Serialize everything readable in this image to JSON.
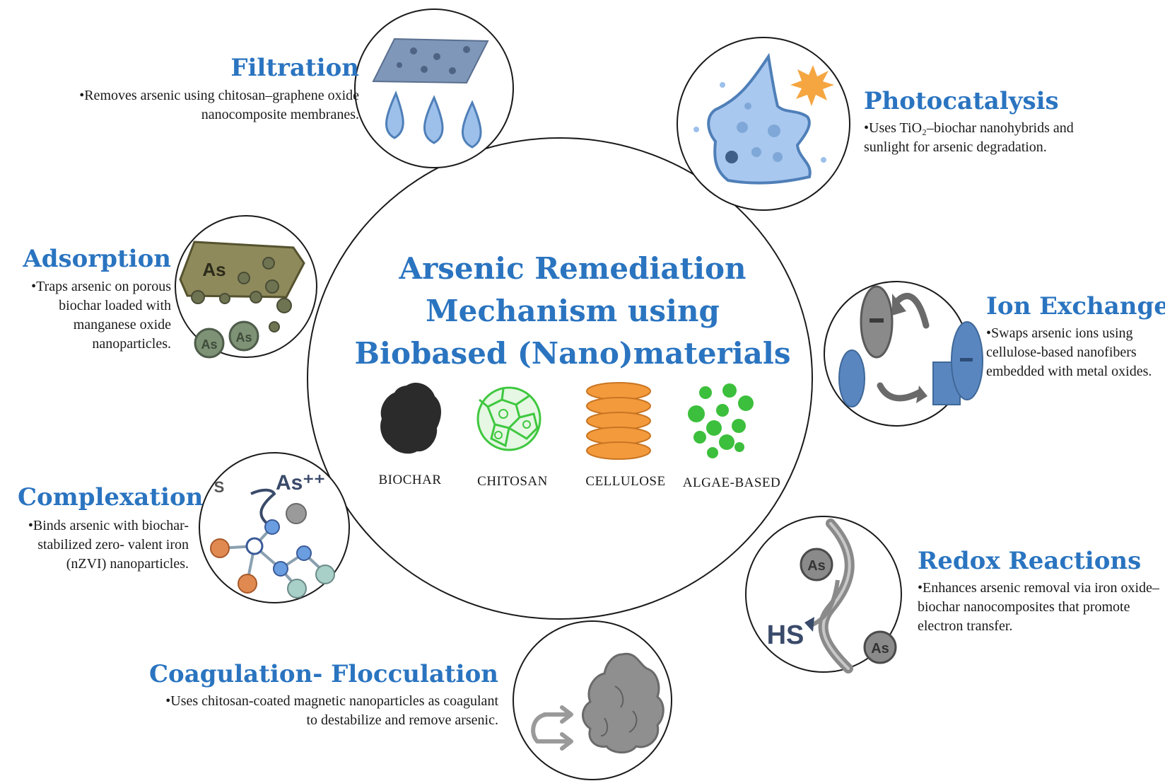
{
  "center": {
    "title_lines": [
      "Arsenic Remediation",
      "Mechanism using",
      "Biobased (Nano)materials"
    ],
    "materials": [
      {
        "label": "BIOCHAR",
        "icon": "biochar-icon",
        "color": "#2b2b2b"
      },
      {
        "label": "CHITOSAN",
        "icon": "chitosan-icon",
        "color": "#3fc83f"
      },
      {
        "label": "CELLULOSE",
        "icon": "cellulose-icon",
        "color": "#f39a3d"
      },
      {
        "label": "ALGAE-BASED",
        "icon": "algae-icon",
        "color": "#3cbf3c"
      }
    ]
  },
  "mechanisms": [
    {
      "title": "Filtration",
      "description": "•Removes arsenic using chitosan–graphene oxide nanocomposite membranes.",
      "icon": "membrane-filtration-icon"
    },
    {
      "title": "Photocatalysis",
      "description": "•Uses TiO₂–biochar nanohybrids and sunlight for arsenic degradation.",
      "icon": "water-drop-sun-icon"
    },
    {
      "title": "Adsorption",
      "description": "•Traps arsenic on porous biochar loaded with manganese oxide nanoparticles.",
      "icon": "porous-biochar-icon",
      "labels": [
        "As",
        "As",
        "As"
      ]
    },
    {
      "title": "Ion Exchange",
      "description": "•Swaps arsenic ions using cellulose-based nanofibers embedded with metal oxides.",
      "icon": "ion-exchange-icon"
    },
    {
      "title": "Complexation",
      "description": "•Binds arsenic with biochar-stabilized zero- valent iron (nZVI) nanoparticles.",
      "icon": "molecular-complex-icon",
      "labels": [
        "S",
        "As⁺⁺"
      ]
    },
    {
      "title": "Redox Reactions",
      "description": "•Enhances arsenic removal via iron oxide– biochar nanocomposites that promote electron transfer.",
      "icon": "redox-icon",
      "labels": [
        "As",
        "HS",
        "As"
      ]
    },
    {
      "title": "Coagulation- Flocculation",
      "description": "•Uses chitosan-coated magnetic nanoparticles as coagulant to destabilize and remove arsenic.",
      "icon": "floc-aggregate-icon"
    }
  ],
  "colors": {
    "title": "#2a74c0",
    "text": "#1a1a1a",
    "outline": "#1a1a1a",
    "icon_blue": "#7fa8d8",
    "icon_gray": "#8a8a8a"
  }
}
